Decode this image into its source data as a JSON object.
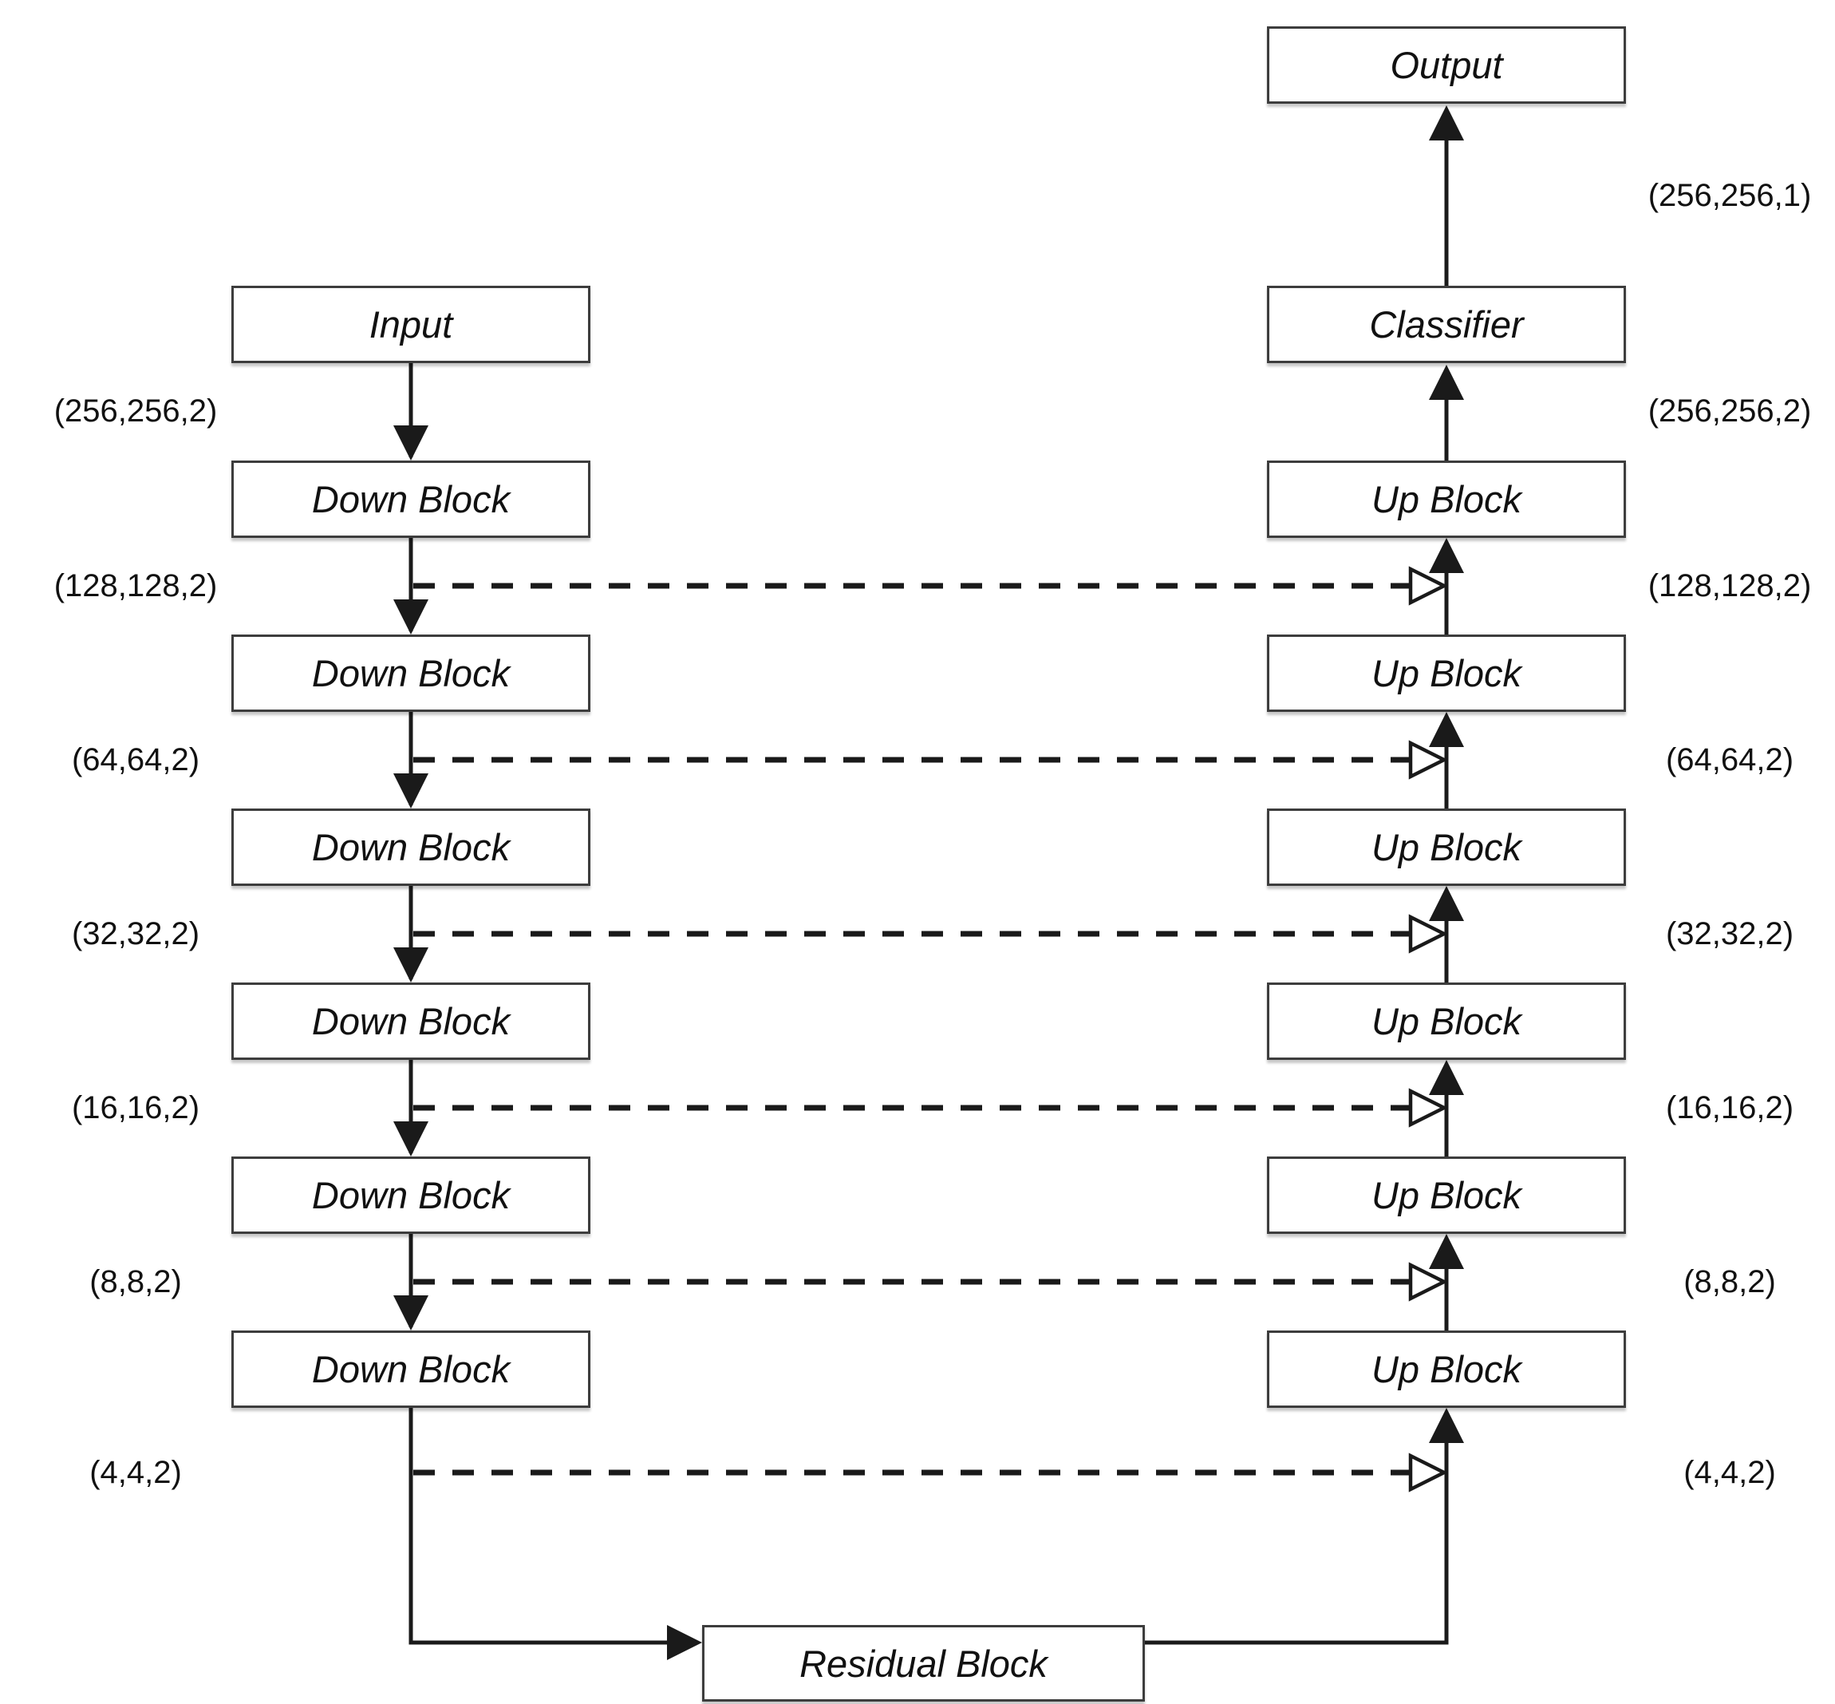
{
  "diagram": {
    "kind": "u-net-segmentation-architecture",
    "encoder": {
      "input": "Input",
      "blocks": [
        "Down Block",
        "Down Block",
        "Down Block",
        "Down Block",
        "Down Block",
        "Down Block"
      ],
      "dims": [
        "(256,256,2)",
        "(128,128,2)",
        "(64,64,2)",
        "(32,32,2)",
        "(16,16,2)",
        "(8,8,2)",
        "(4,4,2)"
      ]
    },
    "decoder": {
      "output": "Output",
      "classifier": "Classifier",
      "blocks": [
        "Up Block",
        "Up Block",
        "Up Block",
        "Up Block",
        "Up Block",
        "Up Block"
      ],
      "dims": [
        "(256,256,1)",
        "(256,256,2)",
        "(128,128,2)",
        "(64,64,2)",
        "(32,32,2)",
        "(16,16,2)",
        "(8,8,2)",
        "(4,4,2)"
      ]
    },
    "bottleneck": {
      "label": "Residual Block"
    },
    "colors": {
      "line": "#1a1a1a",
      "border": "#3d3d3d",
      "fill": "#ffffff",
      "text": "#111111"
    }
  }
}
